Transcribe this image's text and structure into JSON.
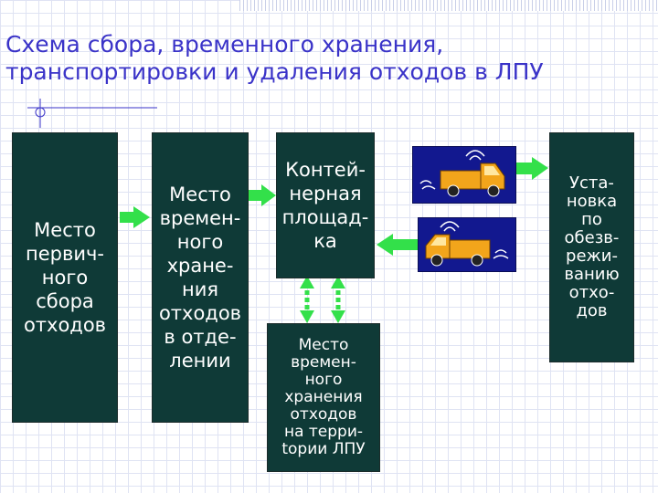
{
  "title": {
    "line1": "Схема сбора, временного хранения,",
    "line2": "транспортировки и удаления отходов в ЛПУ"
  },
  "boxes": {
    "primary": "Место\nпервич-\nного\nсбора\nотходов",
    "temporary": "Место\nвремен-\nного\nхране-\nния\nотходов\nв отде-\nлении",
    "container": "Контей-\nнерная\nплощад-\nка",
    "territory": "Место\nвремен-\nного\nхранения\nотходов\nна терри-\ntории ЛПУ",
    "disposal": "Уста-\nновка\nпо\nобезв-\nрежи-\nванию\nотхо-\nдов"
  },
  "icons": {
    "vehicle_top": "truck-icon",
    "vehicle_bottom": "truck-icon"
  },
  "colors": {
    "title": "#3a33c8",
    "box_fill": "#0f3a37",
    "arrow": "#33e04a",
    "truck_panel": "#12188f",
    "truck_body": "#f2a51b"
  }
}
